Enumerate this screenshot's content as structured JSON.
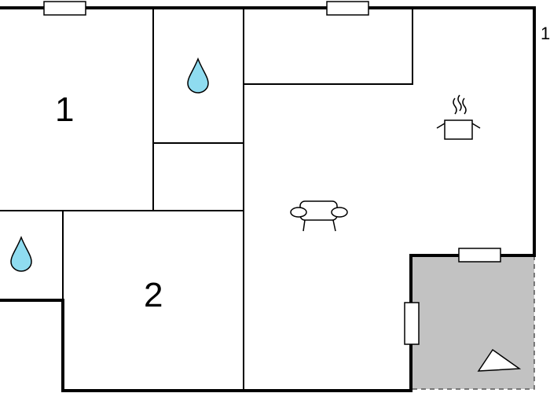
{
  "floorplan": {
    "rooms": [
      {
        "id": "bedroom-1",
        "label": "1"
      },
      {
        "id": "bedroom-2",
        "label": "2"
      }
    ],
    "edge_label": "1",
    "icons": [
      {
        "type": "water-drop-icon",
        "meaning": "bathroom"
      },
      {
        "type": "water-drop-icon",
        "meaning": "bathroom"
      },
      {
        "type": "cooking-pot-icon",
        "meaning": "kitchen"
      },
      {
        "type": "sofa-icon",
        "meaning": "living room"
      },
      {
        "type": "sun-lounger-icon",
        "meaning": "terrace"
      }
    ],
    "colors": {
      "wall": "#000000",
      "water": "#8fdcf0",
      "terrace": "#c2c2c2",
      "background": "#ffffff"
    }
  }
}
